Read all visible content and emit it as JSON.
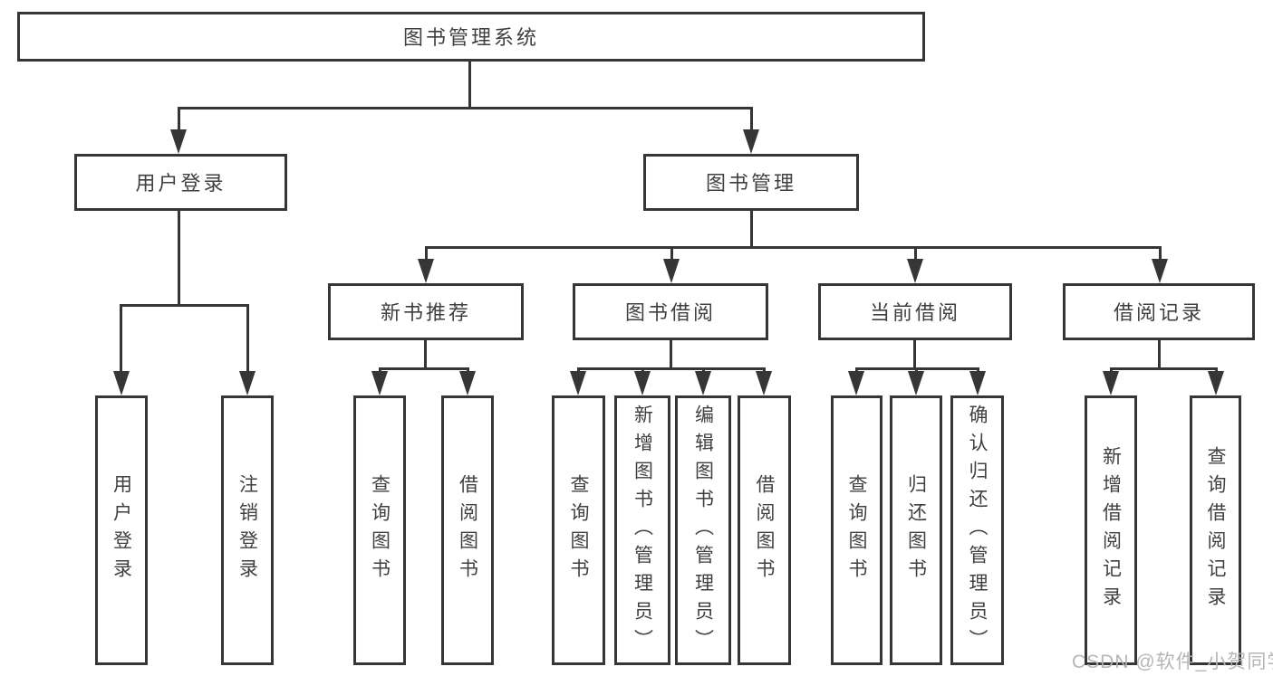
{
  "diagram": {
    "title_node": "图书管理系统",
    "level2": {
      "user_login": "用户登录",
      "book_mgmt": "图书管理"
    },
    "level3": {
      "new_book_rec": "新书推荐",
      "book_borrow": "图书借阅",
      "current_borrow": "当前借阅",
      "borrow_records": "借阅记录"
    },
    "level4": {
      "user_login": [
        "用户登录",
        "注销登录"
      ],
      "new_book_rec": [
        "查询图书",
        "借阅图书"
      ],
      "book_borrow": [
        "查询图书",
        "新增图书（管理员）",
        "编辑图书（管理员）",
        "借阅图书"
      ],
      "current_borrow": [
        "查询图书",
        "归还图书",
        "确认归还（管理员）"
      ],
      "borrow_records": [
        "新增借阅记录",
        "查询借阅记录"
      ]
    }
  },
  "watermark": "CSDN @软件_小贺同学",
  "colors": {
    "line": "#363636",
    "text": "#404040",
    "watermark": "#b2b2b2",
    "background": "#ffffff"
  }
}
